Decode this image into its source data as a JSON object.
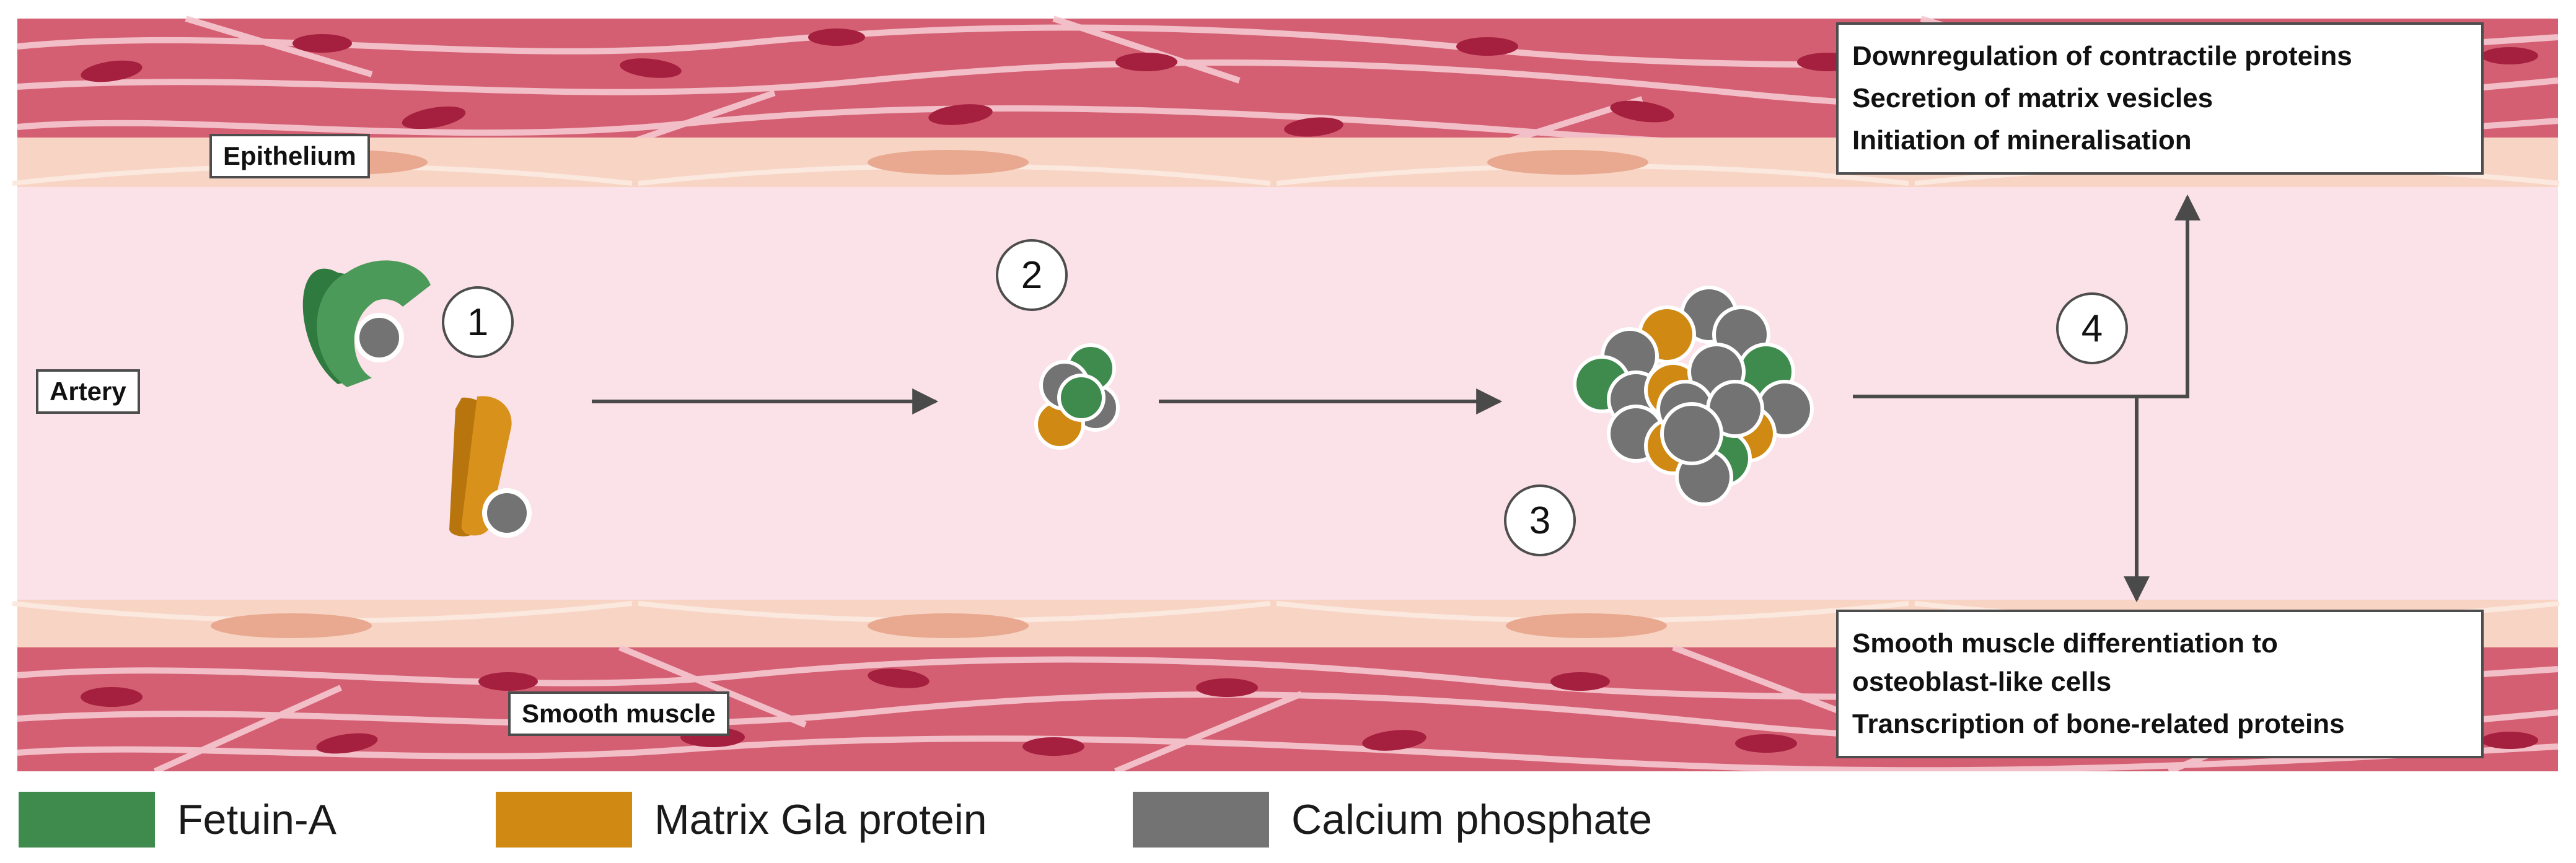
{
  "labels": {
    "epithelium": "Epithelium",
    "artery": "Artery",
    "smooth_muscle": "Smooth muscle"
  },
  "steps": [
    "1",
    "2",
    "3",
    "4"
  ],
  "top_box": {
    "lines": [
      "Downregulation of contractile proteins",
      "Secretion of matrix vesicles",
      "Initiation of mineralisation"
    ]
  },
  "bottom_box": {
    "lines": [
      "Smooth muscle differentiation to",
      "osteoblast-like cells",
      "Transcription of bone-related proteins"
    ]
  },
  "legend": [
    {
      "label": "Fetuin-A",
      "color": "#3f8a4d"
    },
    {
      "label": "Matrix Gla protein",
      "color": "#d08a14"
    },
    {
      "label": "Calcium phosphate",
      "color": "#737373"
    }
  ],
  "colors": {
    "lumen": "#fbe1e8",
    "muscle": "#d45f72",
    "muscle_dark": "#c24b61",
    "nucleus": "#a5203f",
    "endothelium": "#f8d4c4",
    "endo_nucleus": "#e8a990",
    "arrow": "#4a4a4a",
    "fetuin": "#3f8a4d",
    "mgp": "#d08a14",
    "capi": "#737373"
  }
}
